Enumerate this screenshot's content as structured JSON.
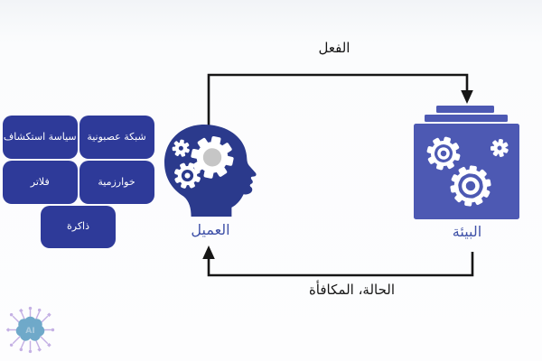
{
  "page": {
    "type": "reinforcement-learning-loop-diagram",
    "background": "#fdfdfe"
  },
  "agent": {
    "label": "العميل",
    "icon": "head-with-gears-icon",
    "color": "#2b3a8c",
    "components": [
      {
        "label": "شبكة عصبونية"
      },
      {
        "label": "سياسة استكشاف"
      },
      {
        "label": "خوارزمية"
      },
      {
        "label": "فلاتر"
      },
      {
        "label": "ذاكرة"
      }
    ]
  },
  "environment": {
    "label": "البيئة",
    "icon": "machine-box-with-gears-icon",
    "color": "#4d59b3"
  },
  "arrows": {
    "action": {
      "label": "الفعل",
      "direction": "agent-to-environment"
    },
    "state_reward": {
      "label": "الحالة، المكافأة",
      "direction": "environment-to-agent"
    },
    "color": "#161616"
  },
  "logo": {
    "text": "AI",
    "icon": "ai-brain-circuit-logo",
    "brain_color": "#6fa9c9",
    "trace_color": "#c4b0e4"
  },
  "colors": {
    "component_box": "#2e3a99",
    "node_label": "#3f51a8",
    "gear_center_gray": "#c6c6c6"
  }
}
